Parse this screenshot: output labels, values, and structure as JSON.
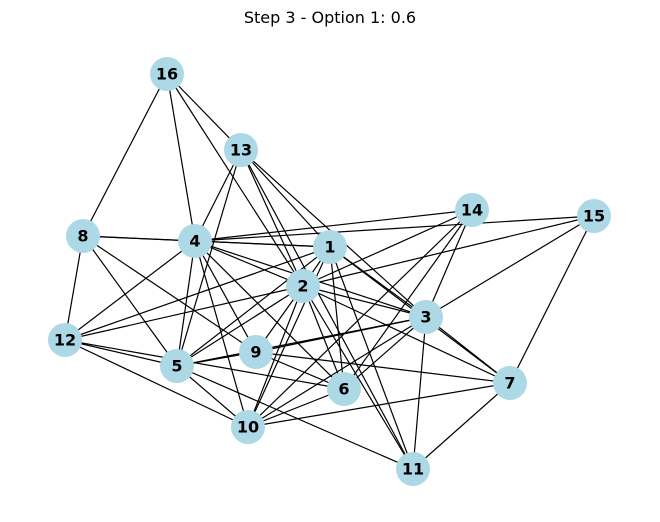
{
  "title": "Step 3 - Option 1: 0.6",
  "colors": {
    "node_fill": "#add8e6",
    "edge": "#000000",
    "background": "#ffffff"
  },
  "graph": {
    "nodes": [
      "1",
      "2",
      "3",
      "4",
      "5",
      "6",
      "7",
      "8",
      "9",
      "10",
      "11",
      "12",
      "13",
      "14",
      "15",
      "16"
    ],
    "edges": [
      [
        "16",
        "8"
      ],
      [
        "16",
        "4"
      ],
      [
        "16",
        "13"
      ],
      [
        "16",
        "2"
      ],
      [
        "13",
        "4"
      ],
      [
        "13",
        "5"
      ],
      [
        "13",
        "1"
      ],
      [
        "13",
        "2"
      ],
      [
        "13",
        "3"
      ],
      [
        "13",
        "11"
      ],
      [
        "14",
        "4"
      ],
      [
        "14",
        "2"
      ],
      [
        "14",
        "3"
      ],
      [
        "14",
        "6"
      ],
      [
        "14",
        "10"
      ],
      [
        "15",
        "4"
      ],
      [
        "15",
        "2"
      ],
      [
        "15",
        "3"
      ],
      [
        "15",
        "7"
      ],
      [
        "8",
        "4"
      ],
      [
        "8",
        "1"
      ],
      [
        "8",
        "12"
      ],
      [
        "8",
        "9"
      ],
      [
        "8",
        "5"
      ],
      [
        "4",
        "1"
      ],
      [
        "4",
        "2"
      ],
      [
        "4",
        "12"
      ],
      [
        "4",
        "5"
      ],
      [
        "4",
        "9"
      ],
      [
        "4",
        "10"
      ],
      [
        "4",
        "6"
      ],
      [
        "4",
        "3"
      ],
      [
        "1",
        "2"
      ],
      [
        "1",
        "12"
      ],
      [
        "1",
        "5"
      ],
      [
        "1",
        "10"
      ],
      [
        "1",
        "6"
      ],
      [
        "1",
        "11"
      ],
      [
        "1",
        "3"
      ],
      [
        "1",
        "7"
      ],
      [
        "2",
        "12"
      ],
      [
        "2",
        "5"
      ],
      [
        "2",
        "9"
      ],
      [
        "2",
        "10"
      ],
      [
        "2",
        "6"
      ],
      [
        "2",
        "11"
      ],
      [
        "2",
        "3"
      ],
      [
        "2",
        "7"
      ],
      [
        "12",
        "5"
      ],
      [
        "12",
        "6"
      ],
      [
        "12",
        "10"
      ],
      [
        "3",
        "9"
      ],
      [
        "3",
        "5"
      ],
      [
        "3",
        "10"
      ],
      [
        "3",
        "6"
      ],
      [
        "3",
        "11"
      ],
      [
        "3",
        "7"
      ],
      [
        "5",
        "9"
      ],
      [
        "5",
        "10"
      ],
      [
        "5",
        "11"
      ],
      [
        "9",
        "7"
      ],
      [
        "9",
        "6"
      ],
      [
        "6",
        "10"
      ],
      [
        "7",
        "10"
      ],
      [
        "7",
        "11"
      ]
    ]
  }
}
